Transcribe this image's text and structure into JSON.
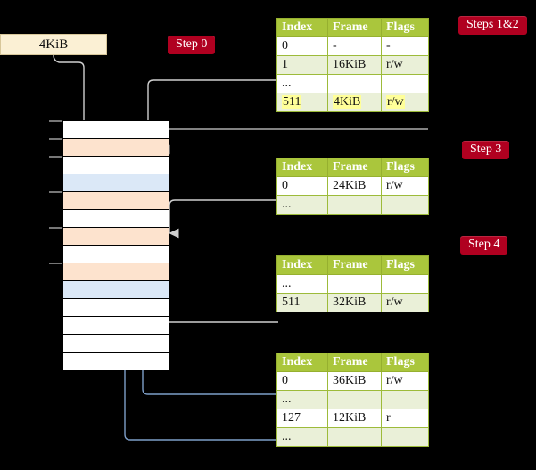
{
  "source": {
    "label": "4KiB"
  },
  "badges": [
    {
      "id": "step0",
      "label": "Step 0"
    },
    {
      "id": "steps1and2",
      "label": "Steps 1&2"
    },
    {
      "id": "step3",
      "label": "Step 3"
    },
    {
      "id": "step4",
      "label": "Step 4"
    }
  ],
  "tables": {
    "headers": {
      "index": "Index",
      "frame": "Frame",
      "flags": "Flags"
    },
    "level4": {
      "name": "page-table-level-4",
      "rows": [
        {
          "index": "0",
          "frame": "-",
          "flags": "-",
          "style": "plain",
          "highlight": false
        },
        {
          "index": "1",
          "frame": "16KiB",
          "flags": "r/w",
          "style": "alt",
          "highlight": false
        },
        {
          "index": "...",
          "frame": "",
          "flags": "",
          "style": "plain",
          "highlight": false
        },
        {
          "index": "511",
          "frame": "4KiB",
          "flags": "r/w",
          "style": "alt",
          "highlight": true
        }
      ]
    },
    "level3": {
      "name": "page-table-level-3",
      "rows": [
        {
          "index": "0",
          "frame": "24KiB",
          "flags": "r/w",
          "style": "plain",
          "highlight": false
        },
        {
          "index": "...",
          "frame": "",
          "flags": "",
          "style": "alt",
          "highlight": false
        }
      ]
    },
    "level2": {
      "name": "page-table-level-2",
      "rows": [
        {
          "index": "...",
          "frame": "",
          "flags": "",
          "style": "plain",
          "highlight": false
        },
        {
          "index": "511",
          "frame": "32KiB",
          "flags": "r/w",
          "style": "alt",
          "highlight": false
        }
      ]
    },
    "level1": {
      "name": "page-table-level-1",
      "rows": [
        {
          "index": "0",
          "frame": "36KiB",
          "flags": "r/w",
          "style": "plain",
          "highlight": false
        },
        {
          "index": "...",
          "frame": "",
          "flags": "",
          "style": "alt",
          "highlight": false
        },
        {
          "index": "127",
          "frame": "12KiB",
          "flags": "r",
          "style": "plain",
          "highlight": false
        },
        {
          "index": "...",
          "frame": "",
          "flags": "",
          "style": "alt",
          "highlight": false
        }
      ]
    }
  },
  "memory_column": {
    "name": "physical-memory-column",
    "row_count": 14,
    "rows": [
      {
        "fill": "white"
      },
      {
        "fill": "orange"
      },
      {
        "fill": "white"
      },
      {
        "fill": "blue"
      },
      {
        "fill": "orange"
      },
      {
        "fill": "white"
      },
      {
        "fill": "orange"
      },
      {
        "fill": "white"
      },
      {
        "fill": "orange"
      },
      {
        "fill": "blue"
      },
      {
        "fill": "white"
      },
      {
        "fill": "white"
      },
      {
        "fill": "white"
      },
      {
        "fill": "white"
      }
    ]
  },
  "colors": {
    "background": "#000000",
    "badge": "#b00020",
    "table_header": "#aac63c",
    "table_alt_row": "#eaf0d8",
    "highlight": "#ffff99",
    "frame_orange": "#fde3ce",
    "frame_blue": "#dbe8f7",
    "source_box": "#fbf0d4",
    "wire_gray": "#cfcfcf",
    "wire_blue": "#7e9fc9"
  }
}
